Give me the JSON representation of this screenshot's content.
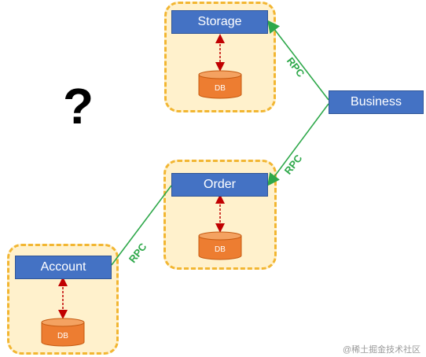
{
  "nodes": {
    "storage": "Storage",
    "order": "Order",
    "account": "Account",
    "business": "Business"
  },
  "databases": {
    "storage_db": "DB",
    "order_db": "DB",
    "account_db": "DB"
  },
  "edges": {
    "business_storage": "RPC",
    "business_order": "RPC",
    "order_account": "RPC"
  },
  "question_mark": "?",
  "watermark": "@稀土掘金技术社区",
  "colors": {
    "service_box": "#4472c4",
    "group_border": "#f2b632",
    "group_fill": "#fff1cc",
    "database": "#ed7d31",
    "rpc_line": "#2ea84a",
    "db_link": "#c00000"
  }
}
